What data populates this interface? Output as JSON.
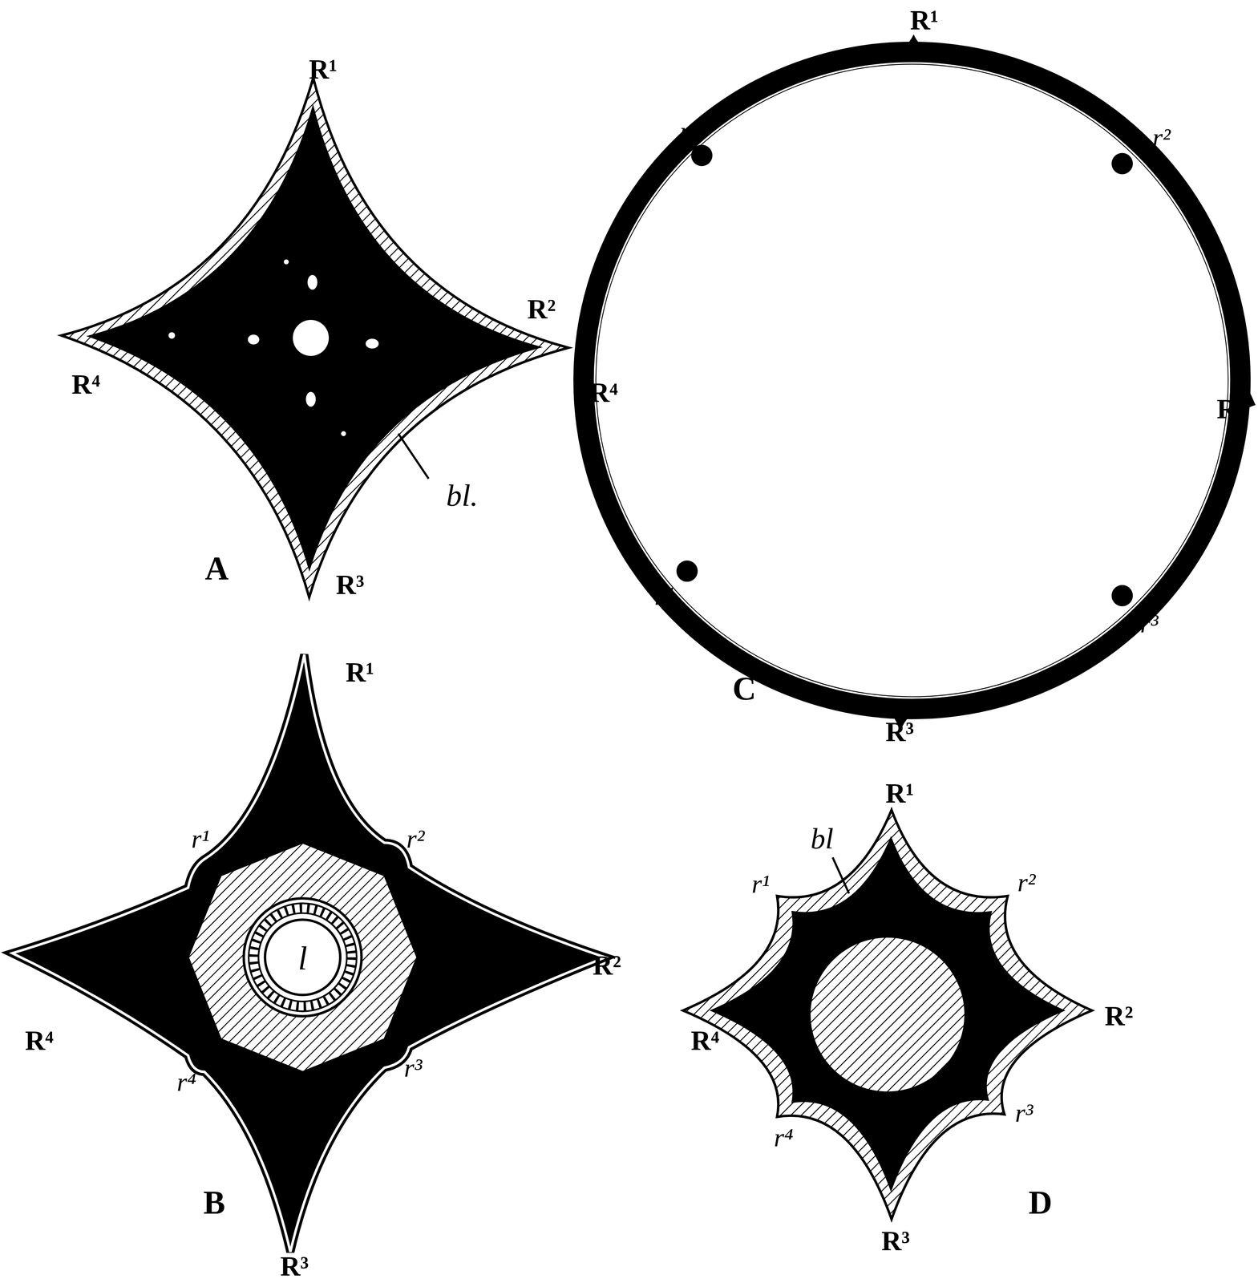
{
  "diagram": {
    "labels": [
      "R¹",
      "R²",
      "R³",
      "R⁴",
      "bl.",
      "A",
      "R¹",
      "r¹",
      "r²",
      "R²",
      "R⁴",
      "r⁴",
      "r³",
      "R³",
      "l",
      "B",
      "R¹",
      "r¹",
      "r²",
      "R⁴",
      "R²",
      "r⁴",
      "r³",
      "R³",
      "C",
      "R¹",
      "bl",
      "r¹",
      "r²",
      "R⁴",
      "R²",
      "r³",
      "r⁴",
      "R³",
      "D"
    ]
  }
}
